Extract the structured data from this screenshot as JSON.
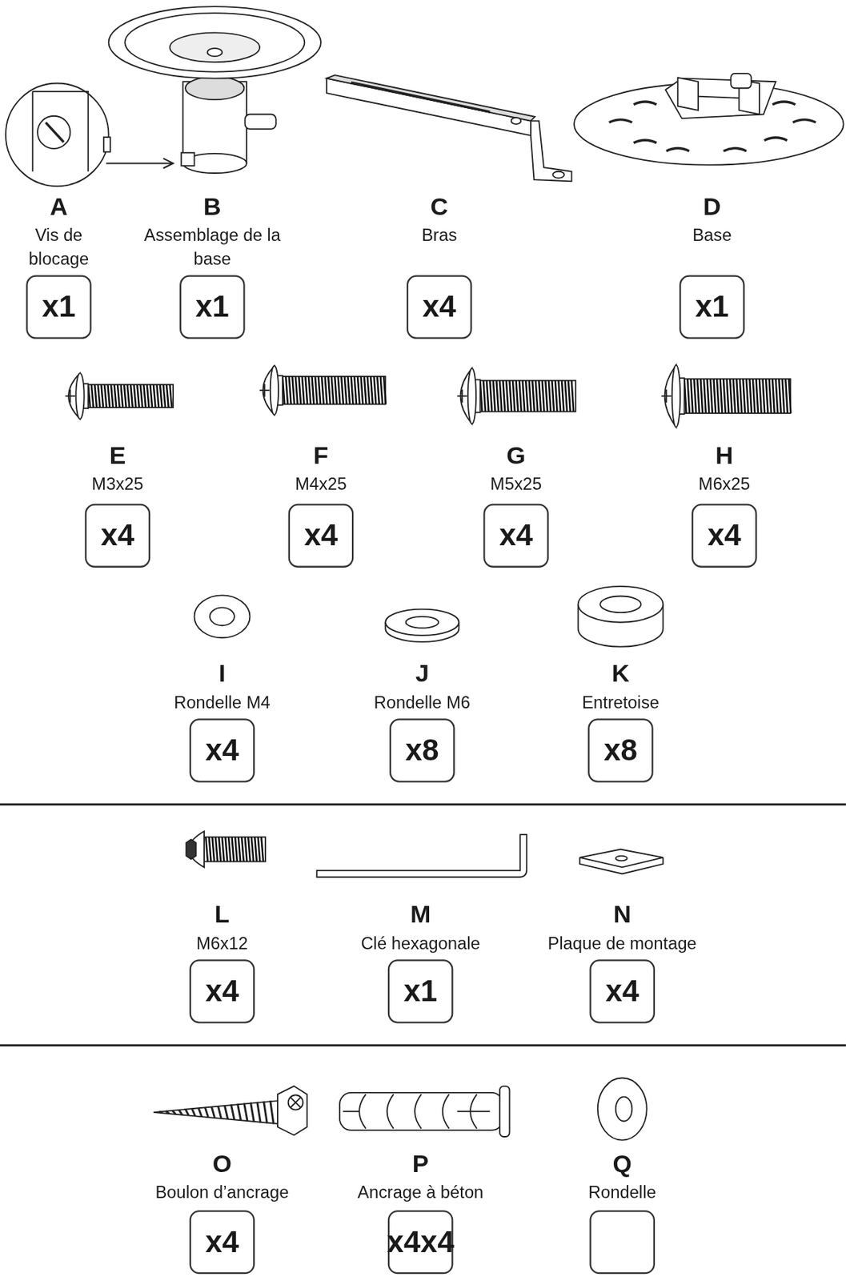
{
  "diagram": {
    "nodes": [
      {
        "text": [
          "A",
          "Vis de blocage",
          "x1"
        ]
      },
      {
        "text": [
          "B",
          "Assemblage de la base",
          "x1"
        ]
      },
      {
        "text": [
          "C",
          "Bras",
          "x4"
        ]
      },
      {
        "text": [
          "D",
          "Base",
          "x1"
        ]
      },
      {
        "text": [
          "E",
          "M3x25",
          "x4"
        ]
      },
      {
        "text": [
          "F",
          "M4x25",
          "x4"
        ]
      },
      {
        "text": [
          "G",
          "M5x25",
          "x4"
        ]
      },
      {
        "text": [
          "H",
          "M6x25",
          "x4"
        ]
      },
      {
        "text": [
          "I",
          "Rondelle M4",
          "x4"
        ]
      },
      {
        "text": [
          "J",
          "Rondelle M6",
          "x8"
        ]
      },
      {
        "text": [
          "K",
          "Entretoise",
          "x8"
        ]
      },
      {
        "text": [
          "L",
          "M6x12",
          "x4"
        ]
      },
      {
        "text": [
          "M",
          "Clé hexagonale",
          "x1"
        ]
      },
      {
        "text": [
          "N",
          "Plaque de montage",
          "x4"
        ]
      },
      {
        "text": [
          "O",
          "Boulon d’ancrage",
          "x4"
        ]
      },
      {
        "text": [
          "P",
          "Ancrage à béton",
          "x4x4"
        ]
      },
      {
        "text": [
          "Q",
          "Rondelle"
        ]
      }
    ]
  }
}
